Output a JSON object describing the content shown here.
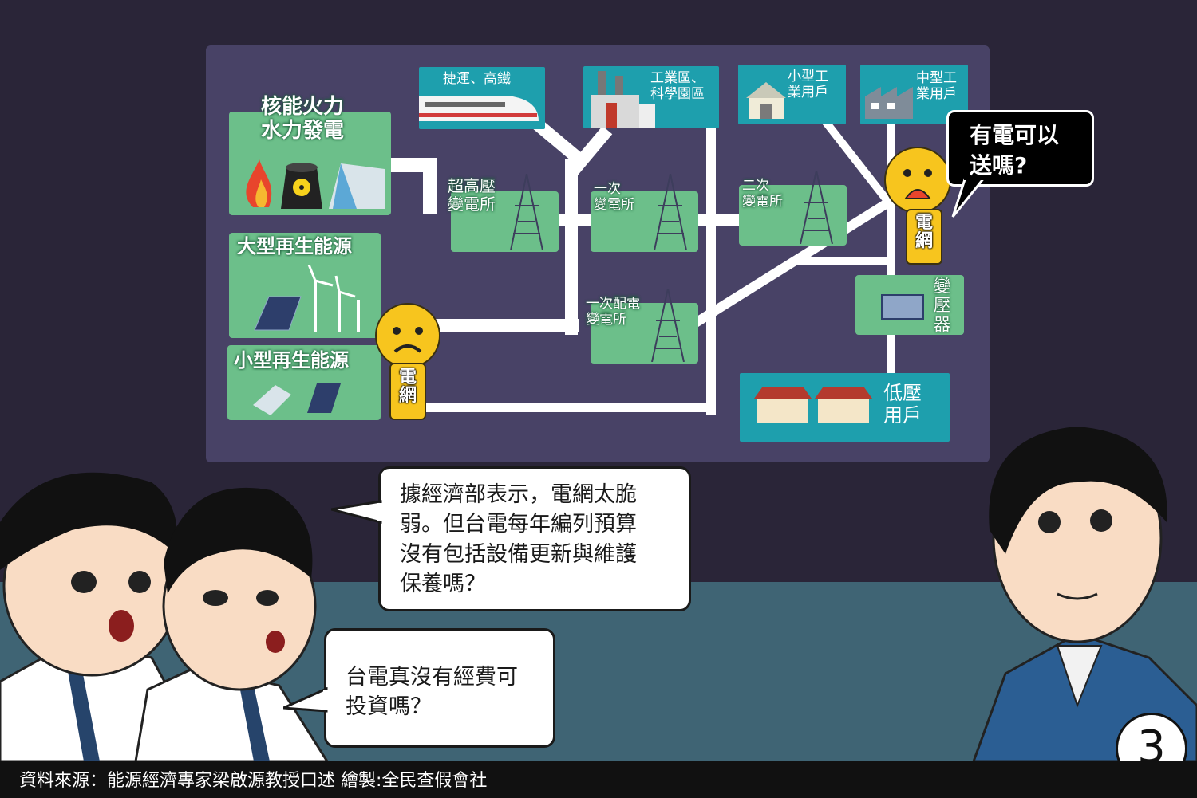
{
  "power_sources": {
    "nuclear_thermal_hydro": "核能火力\n水力發電",
    "large_renewable": "大型再生能源",
    "small_renewable": "小型再生能源"
  },
  "substations": {
    "extra_high_voltage": "超高壓\n變電所",
    "primary": "一次\n變電所",
    "secondary": "二次\n變電所",
    "primary_distribution": "一次配電\n變電所",
    "transformer": "變\n壓\n器"
  },
  "consumers": {
    "mrt_hsr": "捷運、高鐵",
    "industrial_science_park": "工業區、\n科學園區",
    "small_industrial": "小型工\n業用戶",
    "medium_industrial": "中型工\n業用戶",
    "low_voltage": "低壓\n用戶"
  },
  "grid_mascot": {
    "label": "電\n網"
  },
  "speech": {
    "grid_question": "有電可以\n送嗎?",
    "student1": "據經濟部表示，電網太脆\n弱。但台電每年編列預算\n沒有包括設備更新與維護\n保養嗎？",
    "student2": "台電真沒有經費可\n投資嗎？"
  },
  "footer": {
    "credit": "資料來源：能源經濟專家梁啟源教授口述   繪製:全民查假會社"
  },
  "page_number": "3",
  "colors": {
    "background": "#2a2538",
    "board": "#484266",
    "green_box": "#6cbf8a",
    "teal_box": "#1e9fad",
    "mascot": "#f7c51e"
  }
}
